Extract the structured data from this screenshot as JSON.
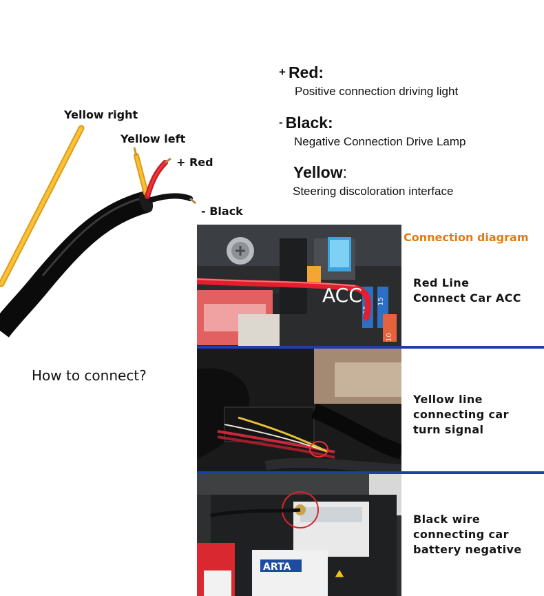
{
  "legend": {
    "red": {
      "sign": "+",
      "title": "Red:",
      "description": "Positive connection driving light"
    },
    "black": {
      "sign": "-",
      "title": "Black:",
      "description": "Negative Connection Drive Lamp"
    },
    "yellow": {
      "title": "Yellow",
      "colon": ":",
      "description": "Steering discoloration interface"
    }
  },
  "cable_labels": {
    "yellow_right": "Yellow right",
    "yellow_left": "Yellow left",
    "red": "+ Red",
    "black": "- Black"
  },
  "question": "How to connect?",
  "diagram": {
    "title": "Connection diagram",
    "acc_label": "ACC",
    "fuse_labels": [
      "15",
      "15",
      "10"
    ],
    "steps": [
      {
        "lines": [
          "Red Line",
          "Connect Car ACC"
        ]
      },
      {
        "lines": [
          "Yellow line",
          "connecting car",
          "turn signal"
        ]
      },
      {
        "lines": [
          "Black wire",
          "connecting car",
          "battery negative"
        ]
      }
    ],
    "battery_text": "ARTA"
  },
  "colors": {
    "accent_orange": "#e27a14",
    "divider_blue": "#1c3fa8",
    "wire_yellow": "#f5b51e",
    "wire_red": "#e3252c",
    "cable_black": "#0d0d0d"
  }
}
